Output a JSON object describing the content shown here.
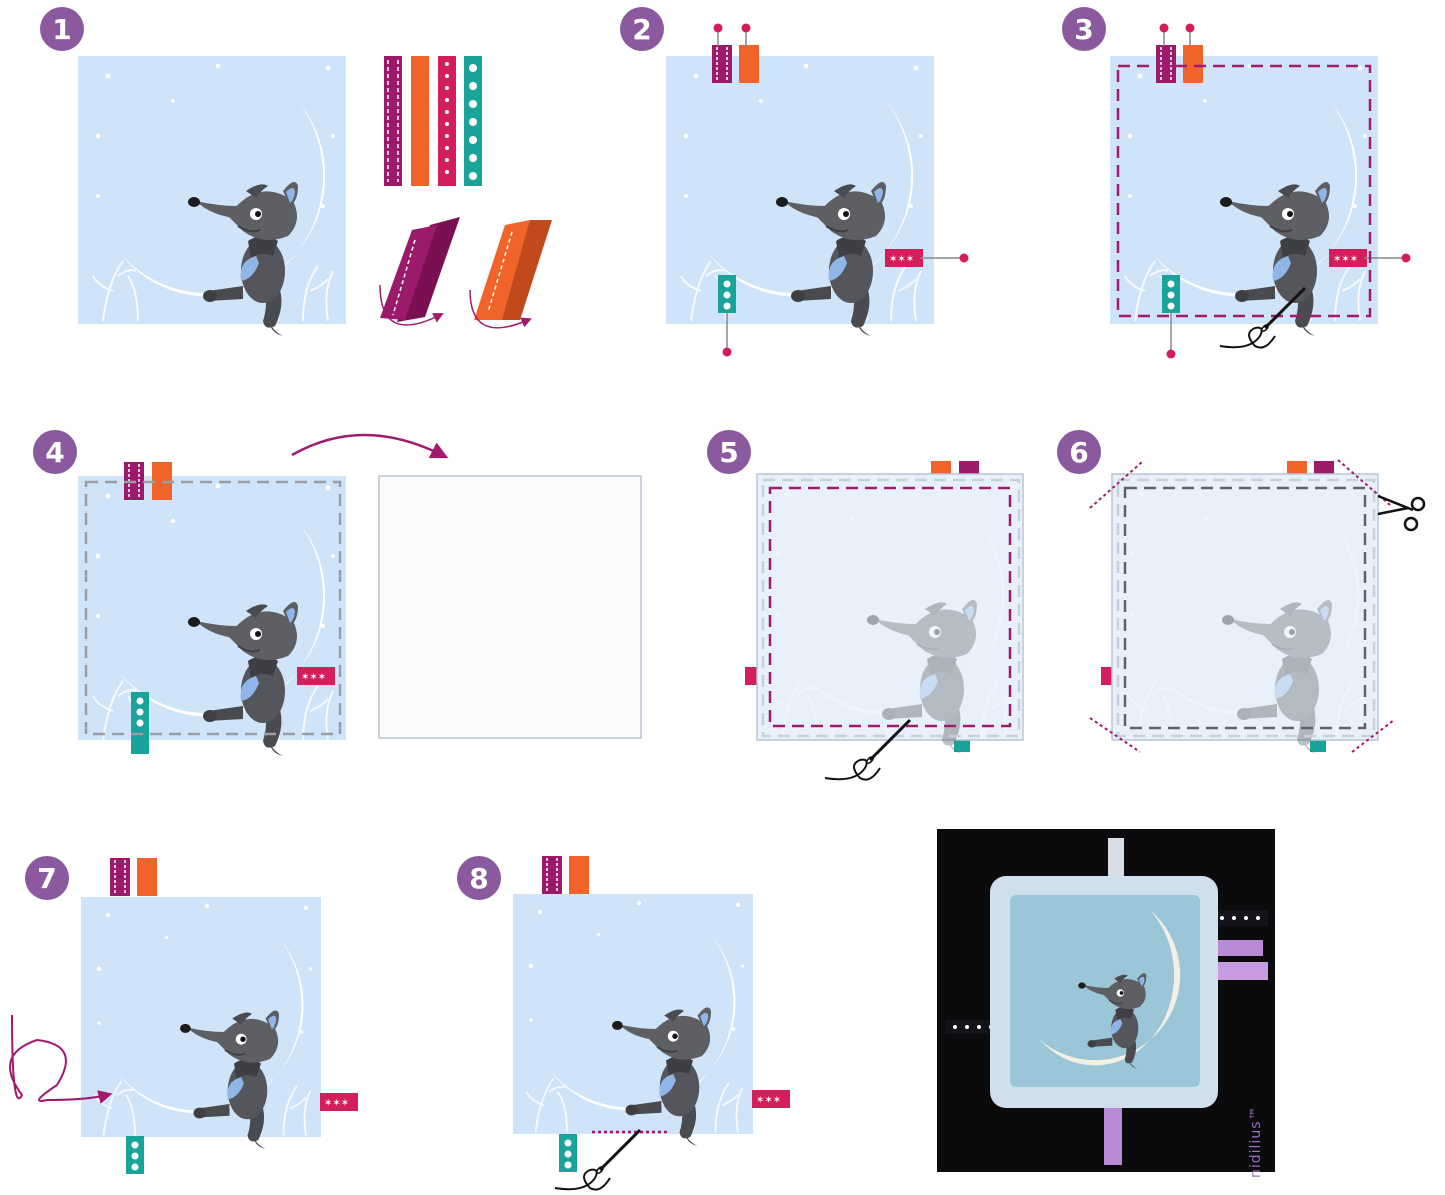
{
  "steps": [
    {
      "number": "1"
    },
    {
      "number": "2"
    },
    {
      "number": "3"
    },
    {
      "number": "4"
    },
    {
      "number": "5"
    },
    {
      "number": "6"
    },
    {
      "number": "7"
    },
    {
      "number": "8"
    }
  ],
  "photo": {
    "brand_text": "nidilius™"
  },
  "colors": {
    "badge": "#8b5a9e",
    "panel": "#cfe3f9",
    "moon": "#ffffff",
    "wolf": "#5e5f63",
    "ribbon_plum": "#9b1a6a",
    "ribbon_orange": "#f0642a",
    "ribbon_pink": "#d41e5c",
    "ribbon_teal": "#1aa39a",
    "stitch_plum": "#a11a6e",
    "stitch_grey": "#9a9da3",
    "photo_bg": "#0b0a0c"
  },
  "icons": [
    "pin-icon",
    "needle-icon",
    "scissors-icon",
    "arrow-icon",
    "wolf-illustration",
    "moon-illustration"
  ]
}
